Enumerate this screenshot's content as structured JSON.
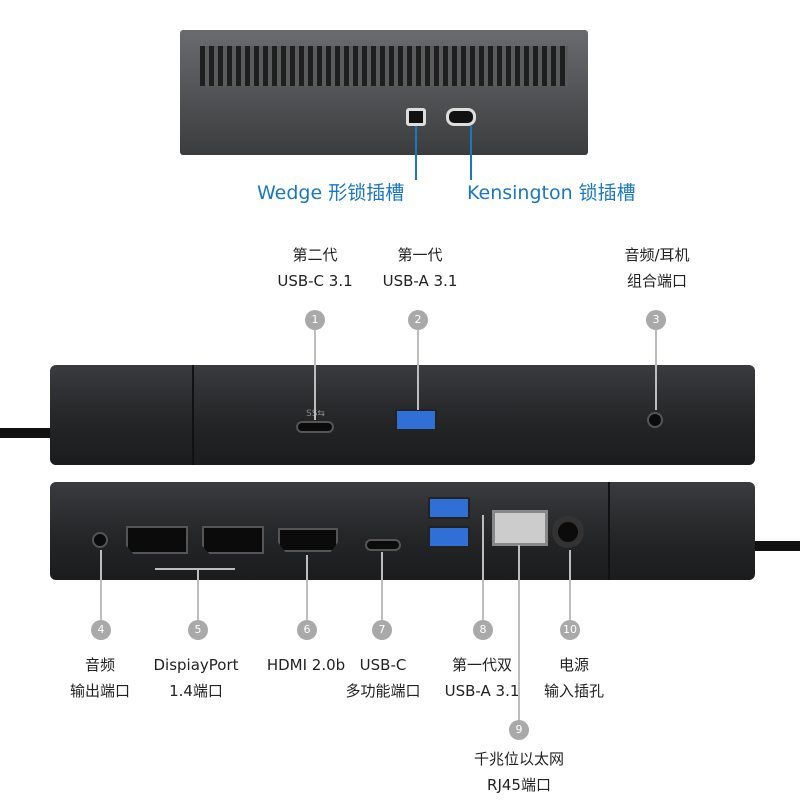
{
  "top_view": {
    "wedge_label": "Wedge 形锁插槽",
    "kensington_label": "Kensington 锁插槽"
  },
  "front_ports": [
    {
      "num": "1",
      "line1": "第二代",
      "line2": "USB-C 3.1"
    },
    {
      "num": "2",
      "line1": "第一代",
      "line2": "USB-A 3.1"
    },
    {
      "num": "3",
      "line1": "音频/耳机",
      "line2": "组合端口"
    }
  ],
  "back_ports": [
    {
      "num": "4",
      "line1": "音频",
      "line2": "输出端口"
    },
    {
      "num": "5",
      "line1": "DispiayPort",
      "line2": "1.4端口"
    },
    {
      "num": "6",
      "line1": "HDMI 2.0b",
      "line2": ""
    },
    {
      "num": "7",
      "line1": "USB-C",
      "line2": "多功能端口"
    },
    {
      "num": "8",
      "line1": "第一代双",
      "line2": "USB-A 3.1"
    },
    {
      "num": "9",
      "line1": "千兆位以太网",
      "line2": "RJ45端口"
    },
    {
      "num": "10",
      "line1": "电源",
      "line2": "输入插孔"
    }
  ],
  "colors": {
    "accent": "#1a78c2",
    "dock": "#232426",
    "usb_blue": "#2f6fd6"
  }
}
